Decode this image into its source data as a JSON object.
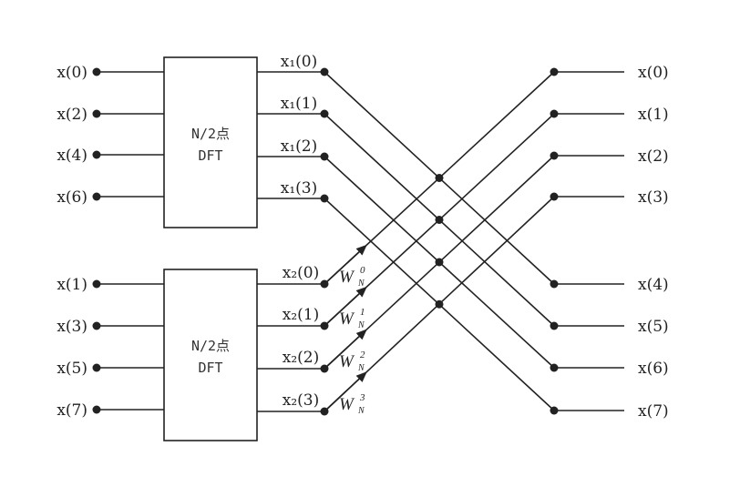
{
  "top_block": {
    "line1": "N/2点",
    "line2": "DFT",
    "inputs": [
      "x(0)",
      "x(2)",
      "x(4)",
      "x(6)"
    ],
    "outputs": [
      "x₁(0)",
      "x₁(1)",
      "x₁(2)",
      "x₁(3)"
    ]
  },
  "bottom_block": {
    "line1": "N/2点",
    "line2": "DFT",
    "inputs": [
      "x(1)",
      "x(3)",
      "x(5)",
      "x(7)"
    ],
    "outputs": [
      "x₂(0)",
      "x₂(1)",
      "x₂(2)",
      "x₂(3)"
    ]
  },
  "twiddles": [
    {
      "base": "W",
      "sub": "N",
      "sup": "0"
    },
    {
      "base": "W",
      "sub": "N",
      "sup": "1"
    },
    {
      "base": "W",
      "sub": "N",
      "sup": "2"
    },
    {
      "base": "W",
      "sub": "N",
      "sup": "3"
    }
  ],
  "outputs": [
    "x(0)",
    "x(1)",
    "x(2)",
    "x(3)",
    "x(4)",
    "x(5)",
    "x(6)",
    "x(7)"
  ],
  "colors": {
    "line": "#222222"
  }
}
